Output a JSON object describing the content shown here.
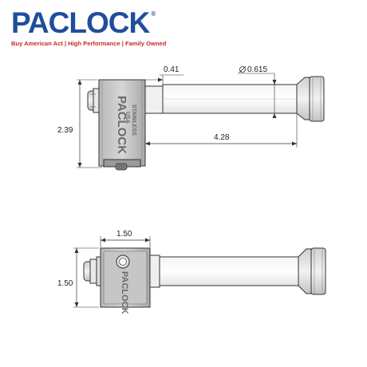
{
  "brand": {
    "logo": "PACLOCK",
    "tagline": "Buy American Act | High Performance | Family Owned",
    "logo_color": "#1f4e9c",
    "tagline_color": "#c8262c"
  },
  "top_view": {
    "body_marking": {
      "brand": "PACLOCK",
      "line2": "USA",
      "line3": "STAINLESS"
    },
    "dimensions": {
      "height": "2.39",
      "offset": "0.41",
      "diameter": "0.615",
      "length": "4.28"
    }
  },
  "bottom_view": {
    "body_marking": "PACLOCK",
    "dimensions": {
      "width": "1.50",
      "height": "1.50"
    }
  },
  "icons": {
    "diameter_symbol": "diameter-icon"
  }
}
